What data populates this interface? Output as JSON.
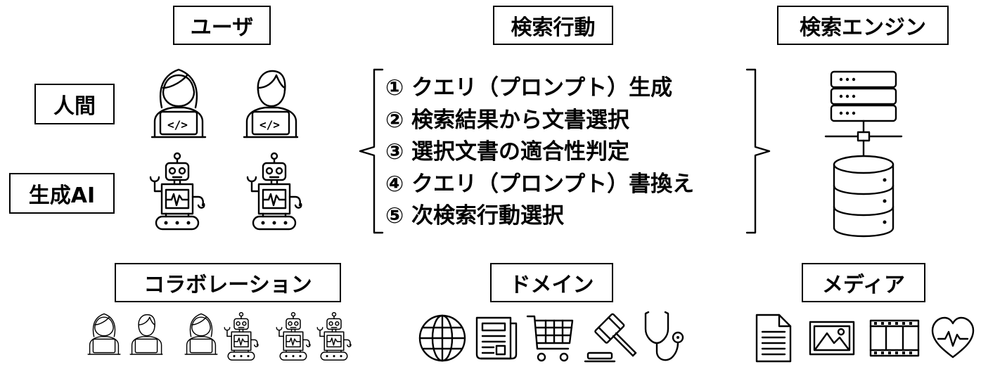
{
  "headers": {
    "user": "ユーザ",
    "search_action": "検索行動",
    "search_engine": "検索エンジン",
    "collaboration": "コラボレーション",
    "domain": "ドメイン",
    "media": "メディア"
  },
  "rows": {
    "human": "人間",
    "gen_ai": "生成AI"
  },
  "steps": [
    "① クエリ（プロンプト）生成",
    "② 検索結果から文書選択",
    "③ 選択文書の適合性判定",
    "④ クエリ（プロンプト）書換え",
    "⑤ 次検索行動選択"
  ],
  "laptop_glyph": "</>",
  "icons": {
    "users": [
      "woman-user-icon",
      "man-user-icon",
      "robot-icon",
      "robot-icon"
    ],
    "engine": [
      "server-stack-icon",
      "database-icon"
    ],
    "domain": [
      "globe-icon",
      "newspaper-icon",
      "shopping-cart-icon",
      "gavel-icon",
      "stethoscope-icon"
    ],
    "media": [
      "document-icon",
      "image-icon",
      "film-icon",
      "heartbeat-icon"
    ]
  }
}
